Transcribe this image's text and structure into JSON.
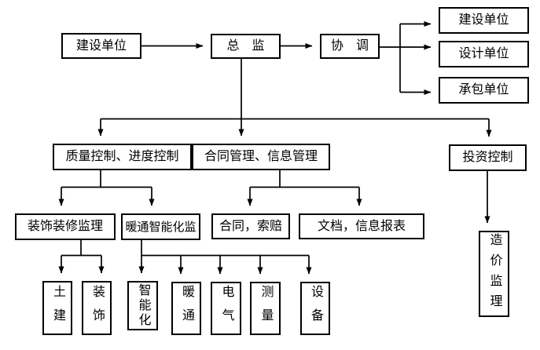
{
  "diagram": {
    "type": "flowchart",
    "background_color": "#ffffff",
    "line_color": "#000000",
    "box_fill_color": "#ffffff",
    "nodes": {
      "owner_top": {
        "label": "建设单位"
      },
      "chief_supervisor": {
        "label": "总　监"
      },
      "coordination": {
        "label": "协　调"
      },
      "owner_right": {
        "label": "建设单位"
      },
      "design_unit": {
        "label": "设计单位"
      },
      "contractor_unit": {
        "label": "承包单位"
      },
      "quality_progress_control": {
        "label": "质量控制、进度控制"
      },
      "contract_info_mgmt": {
        "label": "合同管理、信息管理"
      },
      "investment_control": {
        "label": "投资控制"
      },
      "decoration_supervision": {
        "label": "装饰装修监理"
      },
      "hvac_intelligent_supervision": {
        "label": "暖通智能化监"
      },
      "contract_claims": {
        "label": "合同，索赔"
      },
      "docs_info_reports": {
        "label": "文档，信息报表"
      },
      "civil_works": {
        "label": "土建"
      },
      "decoration": {
        "label": "装饰"
      },
      "intelligent_systems": {
        "label": "智能化"
      },
      "hvac": {
        "label": "暖通"
      },
      "electrical": {
        "label": "电气"
      },
      "survey": {
        "label": "测量"
      },
      "equipment": {
        "label": "设备"
      },
      "cost_supervision": {
        "label": "造价监理"
      }
    },
    "edges": [
      {
        "from": "owner_top",
        "to": "chief_supervisor",
        "arrow": true
      },
      {
        "from": "chief_supervisor",
        "to": "coordination",
        "arrow": true
      },
      {
        "from": "coordination",
        "to": "owner_right",
        "arrow": true
      },
      {
        "from": "coordination",
        "to": "design_unit",
        "arrow": true
      },
      {
        "from": "coordination",
        "to": "contractor_unit",
        "arrow": true
      },
      {
        "from": "chief_supervisor",
        "to": "quality_progress_control",
        "arrow": true
      },
      {
        "from": "chief_supervisor",
        "to": "contract_info_mgmt",
        "arrow": true
      },
      {
        "from": "chief_supervisor",
        "to": "investment_control",
        "arrow": true
      },
      {
        "from": "quality_progress_control",
        "to": "decoration_supervision",
        "arrow": true
      },
      {
        "from": "quality_progress_control",
        "to": "hvac_intelligent_supervision",
        "arrow": true
      },
      {
        "from": "contract_info_mgmt",
        "to": "contract_claims",
        "arrow": true
      },
      {
        "from": "contract_info_mgmt",
        "to": "docs_info_reports",
        "arrow": true
      },
      {
        "from": "decoration_supervision",
        "to": "civil_works",
        "arrow": true
      },
      {
        "from": "decoration_supervision",
        "to": "decoration",
        "arrow": true
      },
      {
        "from": "hvac_intelligent_supervision",
        "to": "intelligent_systems",
        "arrow": true
      },
      {
        "from": "hvac_intelligent_supervision",
        "to": "hvac",
        "arrow": true
      },
      {
        "from": "hvac_intelligent_supervision",
        "to": "electrical",
        "arrow": true
      },
      {
        "from": "hvac_intelligent_supervision",
        "to": "survey",
        "arrow": true
      },
      {
        "from": "hvac_intelligent_supervision",
        "to": "equipment",
        "arrow": true
      },
      {
        "from": "investment_control",
        "to": "cost_supervision",
        "arrow": true
      }
    ]
  }
}
